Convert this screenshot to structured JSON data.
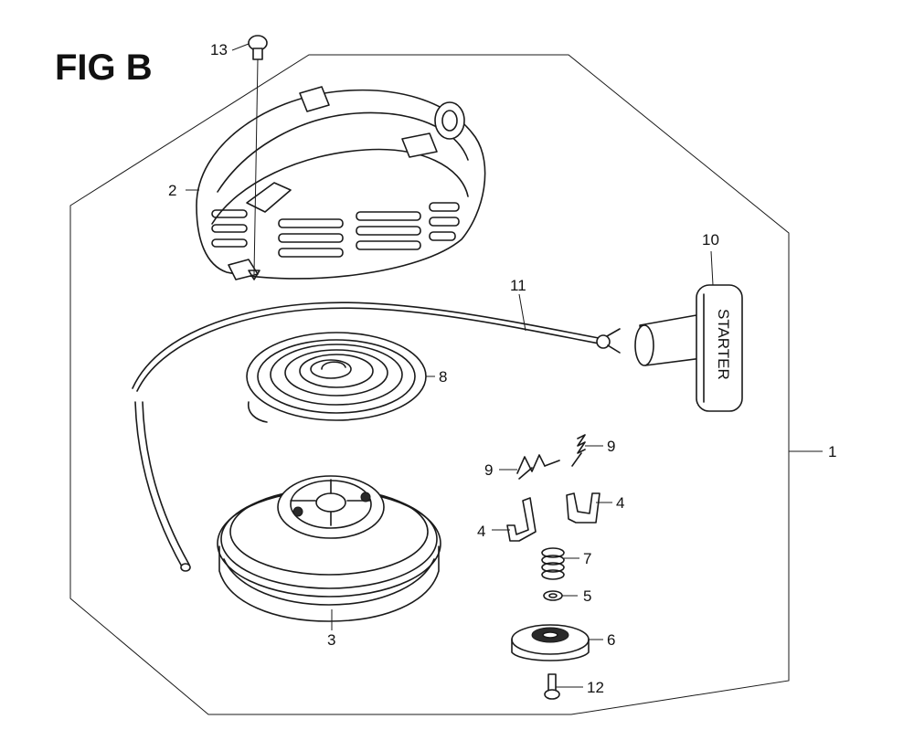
{
  "figure": {
    "title": "FIG B"
  },
  "callouts": {
    "assembly": "1",
    "starter_case": "2",
    "reel": "3",
    "ratchet_left": "4",
    "ratchet_right": "4",
    "washer": "5",
    "ratchet_guide": "6",
    "friction_spring": "7",
    "recoil_spring": "8",
    "ratchet_spring_left": "9",
    "ratchet_spring_right": "9",
    "grip": "10",
    "rope": "11",
    "screw_bottom": "12",
    "screw_top": "13"
  },
  "grip": {
    "imprint": "STARTER"
  },
  "colors": {
    "ink": "#1a1a1a",
    "background": "#ffffff"
  }
}
